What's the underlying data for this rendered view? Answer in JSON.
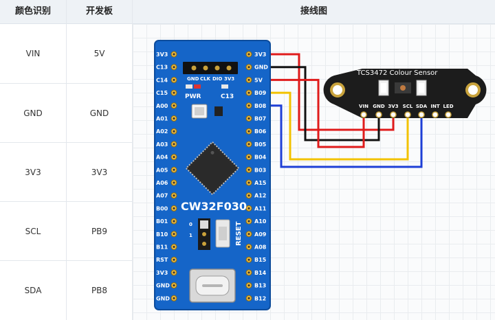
{
  "table": {
    "headers": [
      "颜色识别",
      "开发板",
      "接线图"
    ],
    "rows": [
      {
        "sensor": "VIN",
        "board": "5V"
      },
      {
        "sensor": "GND",
        "board": "GND"
      },
      {
        "sensor": "3V3",
        "board": "3V3"
      },
      {
        "sensor": "SCL",
        "board": "PB9"
      },
      {
        "sensor": "SDA",
        "board": "PB8"
      }
    ]
  },
  "board": {
    "name": "CW32F030",
    "left_pins": [
      "3V3",
      "C13",
      "C14",
      "C15",
      "A00",
      "A01",
      "A02",
      "A03",
      "A04",
      "A05",
      "A06",
      "A07",
      "B00",
      "B01",
      "B10",
      "B11",
      "RST",
      "3V3",
      "GND",
      "GND"
    ],
    "right_pins": [
      "3V3",
      "GND",
      "5V",
      "B09",
      "B08",
      "B07",
      "B06",
      "B05",
      "B04",
      "B03",
      "A15",
      "A12",
      "A11",
      "A10",
      "A09",
      "A08",
      "B15",
      "B14",
      "B13",
      "B12"
    ],
    "header_labels": [
      "GND",
      "CLK",
      "DIO",
      "3V3"
    ],
    "pwr_label": "PWR",
    "c13_label": "C13",
    "reset_label": "RESET",
    "jumper_labels": [
      "0",
      "1"
    ]
  },
  "sensor": {
    "title": "TCS3472 Colour Sensor",
    "pins": [
      "VIN",
      "GND",
      "3V3",
      "SCL",
      "SDA",
      "INT",
      "LED"
    ]
  },
  "colors": {
    "board": "#1565c8",
    "sensor": "#1c1c1c",
    "wire_5v": "#e01b1b",
    "wire_gnd": "#111111",
    "wire_3v3": "#e01b1b",
    "wire_scl": "#f2c200",
    "wire_sda": "#1e3fd6"
  }
}
